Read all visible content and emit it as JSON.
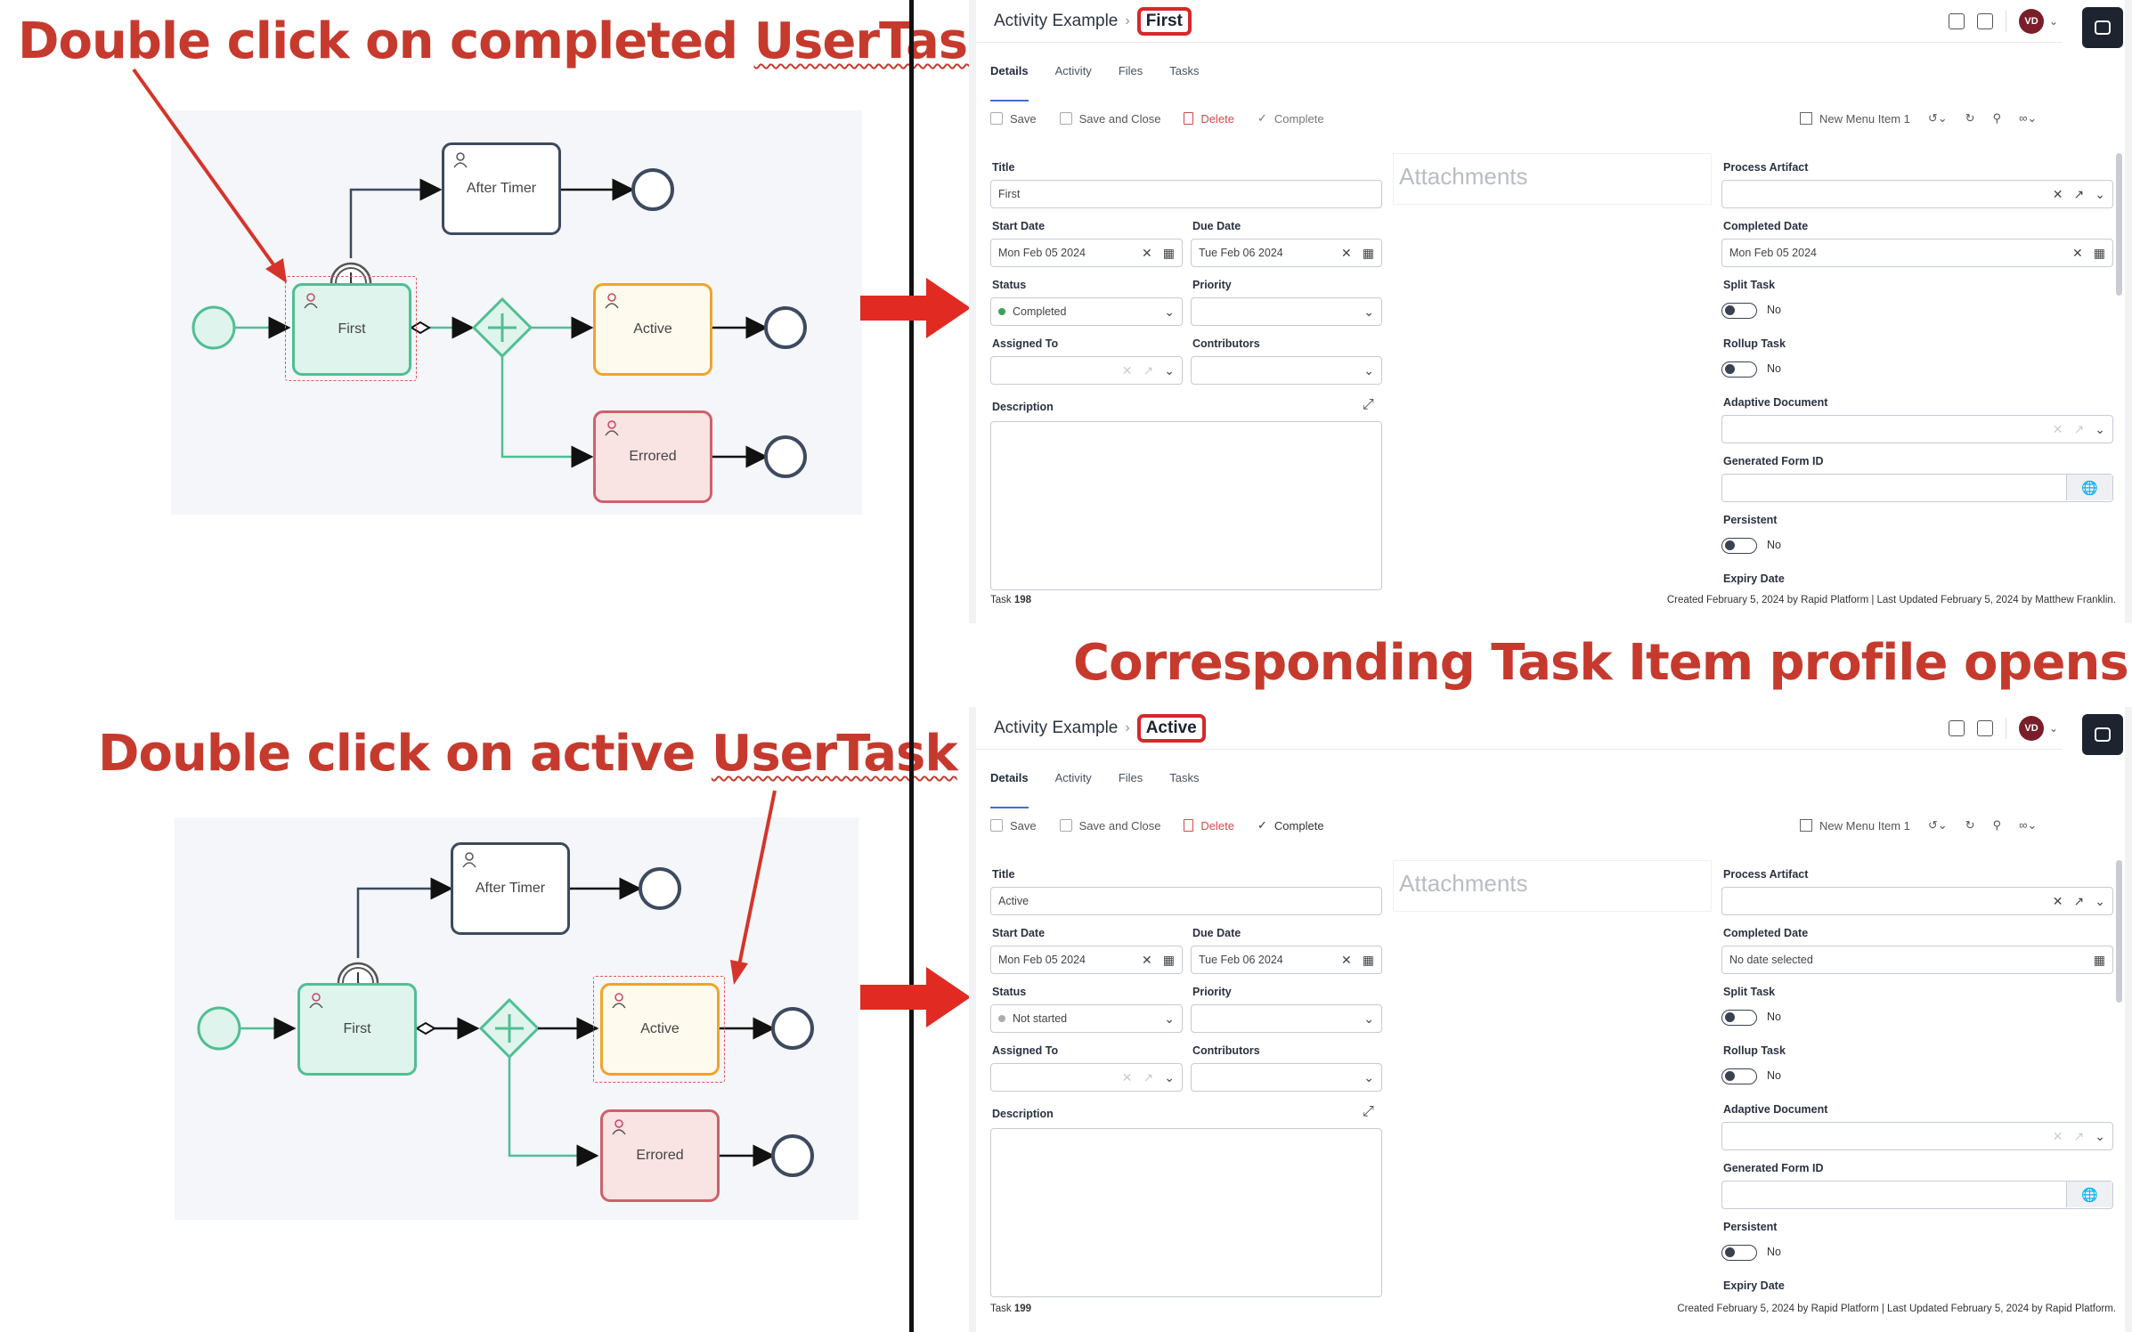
{
  "captions": {
    "top_left": {
      "prefix": "Double click on completed ",
      "underlined": "UserTask"
    },
    "bottom_left": {
      "prefix": "Double click on active ",
      "underlined": "UserTask"
    },
    "middle_right": "Corresponding Task Item profile opens"
  },
  "diagram": {
    "after_timer": "After Timer",
    "first": "First",
    "active": "Active",
    "errored": "Errored"
  },
  "panels": [
    {
      "breadcrumb_root": "Activity Example",
      "breadcrumb_current": "First",
      "avatar": "VD",
      "tabs": [
        "Details",
        "Activity",
        "Files",
        "Tasks"
      ],
      "toolbar": {
        "save": "Save",
        "save_close": "Save and Close",
        "delete": "Delete",
        "complete": "Complete",
        "menu_item": "New Menu Item 1"
      },
      "labels": {
        "title": "Title",
        "start_date": "Start Date",
        "due_date": "Due Date",
        "status": "Status",
        "priority": "Priority",
        "assigned_to": "Assigned To",
        "contributors": "Contributors",
        "description": "Description",
        "process_artifact": "Process Artifact",
        "completed_date": "Completed Date",
        "split_task": "Split Task",
        "rollup_task": "Rollup Task",
        "adaptive_document": "Adaptive Document",
        "generated_form_id": "Generated Form ID",
        "persistent": "Persistent",
        "expiry_date": "Expiry Date"
      },
      "attachments": "Attachments",
      "values": {
        "title": "First",
        "start_date": "Mon Feb 05 2024",
        "due_date": "Tue Feb 06 2024",
        "status": "Completed",
        "completed_date": "Mon Feb 05 2024",
        "split_task": "No",
        "rollup_task": "No",
        "persistent": "No"
      },
      "status_color": "#3aa05a",
      "footer_task_prefix": "Task ",
      "footer_task_num": "198",
      "footer_right": "Created February 5, 2024 by Rapid Platform | Last Updated February 5, 2024 by Matthew Franklin."
    },
    {
      "breadcrumb_root": "Activity Example",
      "breadcrumb_current": "Active",
      "avatar": "VD",
      "tabs": [
        "Details",
        "Activity",
        "Files",
        "Tasks"
      ],
      "toolbar": {
        "save": "Save",
        "save_close": "Save and Close",
        "delete": "Delete",
        "complete": "Complete",
        "menu_item": "New Menu Item 1"
      },
      "labels": {
        "title": "Title",
        "start_date": "Start Date",
        "due_date": "Due Date",
        "status": "Status",
        "priority": "Priority",
        "assigned_to": "Assigned To",
        "contributors": "Contributors",
        "description": "Description",
        "process_artifact": "Process Artifact",
        "completed_date": "Completed Date",
        "split_task": "Split Task",
        "rollup_task": "Rollup Task",
        "adaptive_document": "Adaptive Document",
        "generated_form_id": "Generated Form ID",
        "persistent": "Persistent",
        "expiry_date": "Expiry Date"
      },
      "attachments": "Attachments",
      "values": {
        "title": "Active",
        "start_date": "Mon Feb 05 2024",
        "due_date": "Tue Feb 06 2024",
        "status": "Not started",
        "completed_date": "No date selected",
        "split_task": "No",
        "rollup_task": "No",
        "persistent": "No"
      },
      "status_color": "#a8adb5",
      "footer_task_prefix": "Task ",
      "footer_task_num": "199",
      "footer_right": "Created February 5, 2024 by Rapid Platform | Last Updated February 5, 2024 by Rapid Platform."
    }
  ]
}
